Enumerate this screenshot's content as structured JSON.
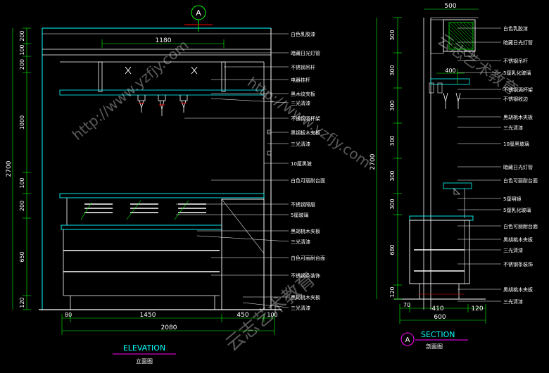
{
  "section_marker": "A",
  "elevation": {
    "title": "ELEVATION",
    "subtitle": "立面图",
    "dims_top": {
      "width": "1180"
    },
    "dims_bottom": {
      "left": "80",
      "main": "1450",
      "right_a": "450",
      "right_b": "100",
      "total": "2080"
    },
    "dims_left": [
      "200",
      "100",
      "200",
      "1000",
      "100",
      "200",
      "650",
      "120"
    ],
    "dims_left_total": "2700",
    "callouts": [
      "白色乳胶漆",
      "暗藏日光灯管",
      "不锈钢吊杆",
      "电器挂杆",
      "黑木纹夹板",
      "三光清漆",
      "不锈钢酒杯架",
      "黑钢板木夹板",
      "三光清漆",
      "10厘黑玻",
      "白色可丽耐台面",
      "不锈钢隔层",
      "5厘玻璃",
      "黑胡桃木夹板",
      "三光清漆",
      "白色可丽耐台面",
      "不锈钢条装饰",
      "黑胡桃木夹板",
      "三光清漆"
    ]
  },
  "section": {
    "title": "SECTION",
    "subtitle": "剖面图",
    "label": "A",
    "dims_top": {
      "width": "500"
    },
    "dims_mid": {
      "width": "400"
    },
    "dims_bottom": {
      "left": "70",
      "main": "410",
      "right": "120",
      "total": "600"
    },
    "dims_left": [
      "300",
      "300",
      "300",
      "300",
      "300",
      "300",
      "680",
      "120"
    ],
    "dims_left_total": "2700",
    "callouts": [
      "白色乳胶漆",
      "暗藏日光灯管",
      "不锈钢吊杆",
      "5厘乳化玻璃",
      "不锈钢酒杯架",
      "不锈钢收边",
      "黑胡桃木夹板",
      "三光清漆",
      "10厘黑玻璃",
      "暗藏日光灯管",
      "白色可丽耐台面",
      "5厘明镜",
      "5厘乳化玻璃",
      "白色可丽耐台面",
      "黑胡桃木夹板",
      "三光清漆",
      "不锈钢条装饰",
      "黑胡桃木夹板",
      "三光清漆"
    ]
  },
  "watermarks": [
    "http://www.yzfjy.com",
    "云志艺术教育"
  ],
  "colors": {
    "bg": "#000000",
    "white": "#ffffff",
    "cyan": "#00ffff",
    "green": "#00ff00",
    "red": "#ff0000",
    "magenta": "#ff00ff",
    "yellow": "#ffff00"
  }
}
